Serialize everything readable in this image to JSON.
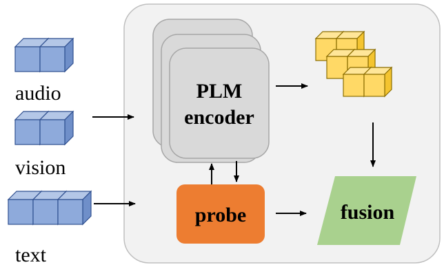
{
  "inputs": {
    "audio_label": "audio",
    "vision_label": "vision",
    "text_label": "text"
  },
  "encoder": {
    "line1": "PLM",
    "line2": "encoder"
  },
  "probe_label": "probe",
  "fusion_label": "fusion",
  "colors": {
    "panel_fill": "#f2f2f2",
    "panel_stroke": "#bfbfbf",
    "encoder_fill": "#d9d9d9",
    "encoder_stroke": "#a6a6a6",
    "input_cube": "#8eaadb",
    "input_cube_stroke": "#2f4f8f",
    "output_cube": "#ffd966",
    "output_cube_stroke": "#8a6d00",
    "probe_fill": "#ed7d31",
    "fusion_fill": "#a9d18e",
    "arrow": "#000000"
  }
}
